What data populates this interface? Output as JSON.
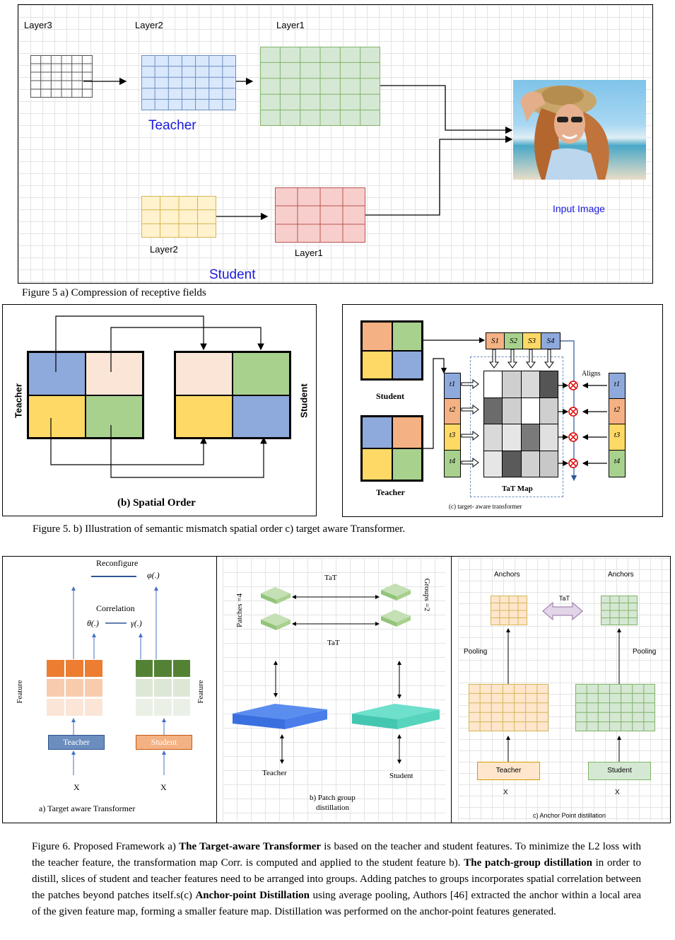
{
  "fig5a": {
    "layer3": "Layer3",
    "layer2_top": "Layer2",
    "layer1_top": "Layer1",
    "teacher": "Teacher",
    "layer2_bottom": "Layer2",
    "layer1_bottom": "Layer1",
    "student": "Student",
    "input_image": "Input Image",
    "caption": "Figure 5 a) Compression of receptive fields"
  },
  "fig5b": {
    "teacher": "Teacher",
    "student": "Student",
    "title": "(b) Spatial Order"
  },
  "fig5c": {
    "student": "Student",
    "teacher": "Teacher",
    "s_labels": [
      "S1",
      "S2",
      "S3",
      "S4"
    ],
    "t_labels": [
      "t1",
      "t2",
      "t3",
      "t4"
    ],
    "aligns": "Aligns",
    "tat_map": "TaT Map",
    "subcaption": "(c) target- aware transformer"
  },
  "fig5_caption": "Figure 5. b) Illustration of semantic mismatch spatial order c) target aware Transformer.",
  "fig6a": {
    "reconfigure": "Reconfigure",
    "phi": "φ(.)",
    "correlation": "Correlation",
    "theta": "θ(.)",
    "gamma": "γ(.)",
    "feature_left": "Feature",
    "feature_right": "Feature",
    "teacher": "Teacher",
    "student": "Student",
    "x_left": "X",
    "x_right": "X",
    "caption": "a) Target aware  Transformer"
  },
  "fig6b": {
    "tat_top": "TaT",
    "tat_mid": "TaT",
    "patches": "Patches =4",
    "groups": "Groups =2",
    "teacher": "Teacher",
    "student": "Student",
    "caption_l1": "b) Patch group",
    "caption_l2": "distillation"
  },
  "fig6c": {
    "anchors_left": "Anchors",
    "anchors_right": "Anchors",
    "tat": "TaT",
    "pooling_left": "Pooling",
    "pooling_right": "Pooling",
    "teacher": "Teacher",
    "student": "Student",
    "x_left": "X",
    "x_right": "X",
    "caption": "c) Anchor Point distillation"
  },
  "fig6_caption": {
    "t1": "Figure 6. Proposed Framework a) ",
    "b1": "The Target-aware Transformer",
    "t2": " is based on the teacher and student features. To minimize the L2 loss with the teacher feature, the transformation map Corr. is computed and applied to the student feature b). ",
    "b2": "The patch-group distillation",
    "t3": " in order to distill, slices of student and teacher features need to be arranged into groups. Adding patches to groups incorporates spatial correlation between the patches beyond patches itself.s(c) ",
    "b3": "Anchor-point Distillation",
    "t4": " using average pooling, Authors [46] extracted the anchor within a local area of the given feature map, forming a smaller feature map. Distillation was performed on the anchor-point features generated."
  },
  "colors": {
    "blue": "#8ea9db",
    "peach": "#f8cbad",
    "yellow": "#ffd966",
    "green": "#a9d18e",
    "grid_gray": "#555555",
    "grid_blue": "#6c8ebf",
    "grid_green": "#82b366",
    "grid_orange": "#d6b656",
    "grid_red": "#b85450"
  }
}
